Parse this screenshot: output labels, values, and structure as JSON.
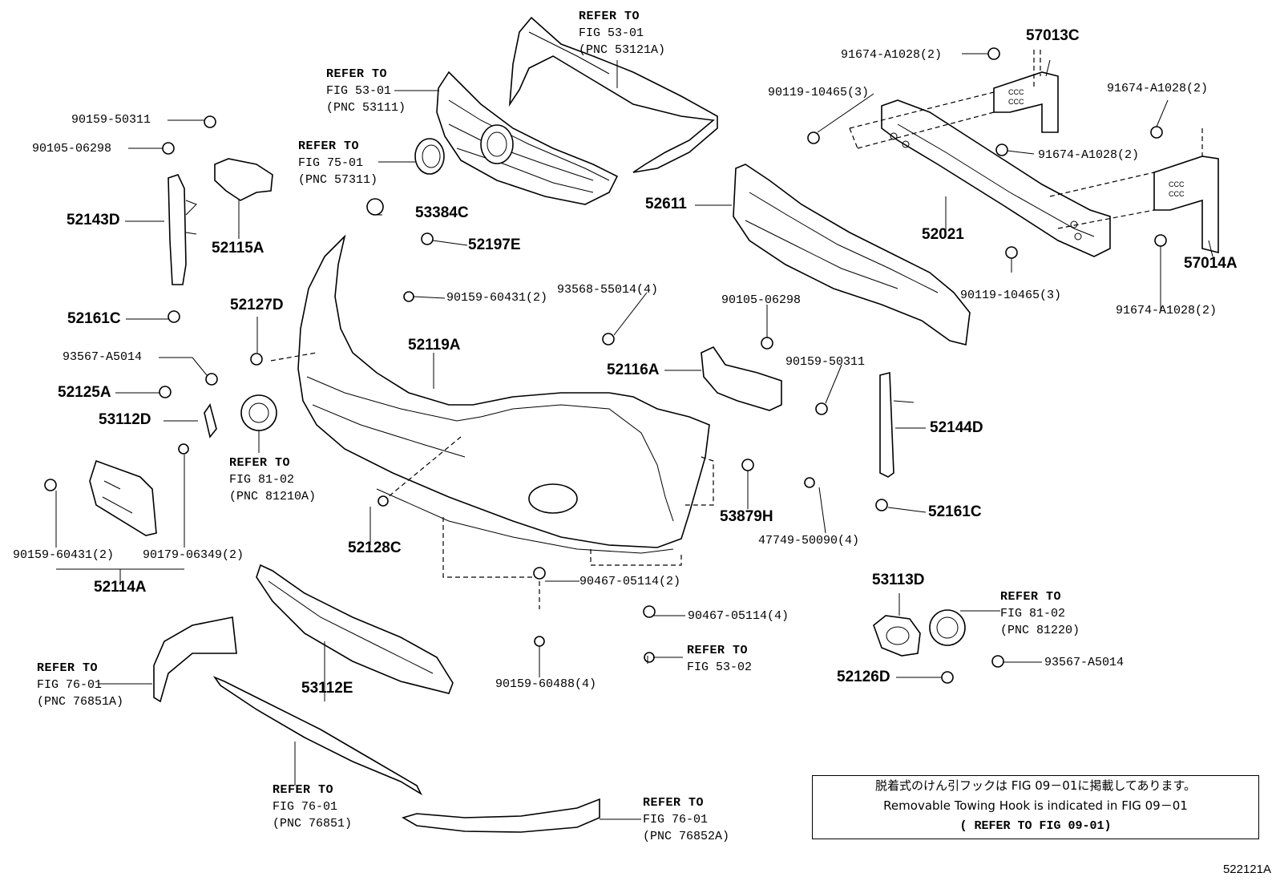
{
  "figure_code": "522121A",
  "note": {
    "line_jp": "脱着式のけん引フックは FIG 09－01に掲載してあります。",
    "line_en": "Removable Towing Hook is indicated in FIG 09－01",
    "line_ref": "( REFER TO FIG 09-01)"
  },
  "part_labels": {
    "p57013C": "57013C",
    "p57014A": "57014A",
    "p52611": "52611",
    "p52021": "52021",
    "p52143D": "52143D",
    "p52115A": "52115A",
    "p52161C_l": "52161C",
    "p52161C_r": "52161C",
    "p53384C": "53384C",
    "p52197E": "52197E",
    "p52127D": "52127D",
    "p52119A": "52119A",
    "p52116A": "52116A",
    "p52125A": "52125A",
    "p53112D": "53112D",
    "p52144D": "52144D",
    "p53879H": "53879H",
    "p52128C": "52128C",
    "p52114A": "52114A",
    "p53113D": "53113D",
    "p52126D": "52126D",
    "p53112E": "53112E"
  },
  "fastener_labels": {
    "f91674_a": "91674-A1028(2)",
    "f91674_b": "91674-A1028(2)",
    "f91674_c": "91674-A1028(2)",
    "f91674_d": "91674-A1028(2)",
    "f90119_a": "90119-10465(3)",
    "f90119_b": "90119-10465(3)",
    "f90159_50311_l": "90159-50311",
    "f90105_06298_l": "90105-06298",
    "f90159_60431_a": "90159-60431(2)",
    "f93568": "93568-55014(4)",
    "f90105_06298_r": "90105-06298",
    "f90159_50311_r": "90159-50311",
    "f93567_l": "93567-A5014",
    "f90159_60431_b": "90159-60431(2)",
    "f90179": "90179-06349(2)",
    "f47749": "47749-50090(4)",
    "f90467_a": "90467-05114(2)",
    "f90467_b": "90467-05114(4)",
    "f90159_60488": "90159-60488(4)",
    "f93567_r": "93567-A5014"
  },
  "refs": {
    "r1": {
      "l1": "REFER TO",
      "l2": "FIG 53-01",
      "l3": "(PNC 53121A)"
    },
    "r2": {
      "l1": "REFER TO",
      "l2": "FIG 53-01",
      "l3": "(PNC 53111)"
    },
    "r3": {
      "l1": "REFER TO",
      "l2": "FIG 75-01",
      "l3": "(PNC 57311)"
    },
    "r4": {
      "l1": "REFER TO",
      "l2": "FIG 81-02",
      "l3": "(PNC 81210A)"
    },
    "r5": {
      "l1": "REFER TO",
      "l2": "FIG 53-02"
    },
    "r6": {
      "l1": "REFER TO",
      "l2": "FIG 81-02",
      "l3": "(PNC 81220)"
    },
    "r7": {
      "l1": "REFER TO",
      "l2": "FIG 76-01",
      "l3": "(PNC 76851A)"
    },
    "r8": {
      "l1": "REFER TO",
      "l2": "FIG 76-01",
      "l3": "(PNC 76851)"
    },
    "r9": {
      "l1": "REFER TO",
      "l2": "FIG 76-01",
      "l3": "(PNC 76852A)"
    }
  }
}
